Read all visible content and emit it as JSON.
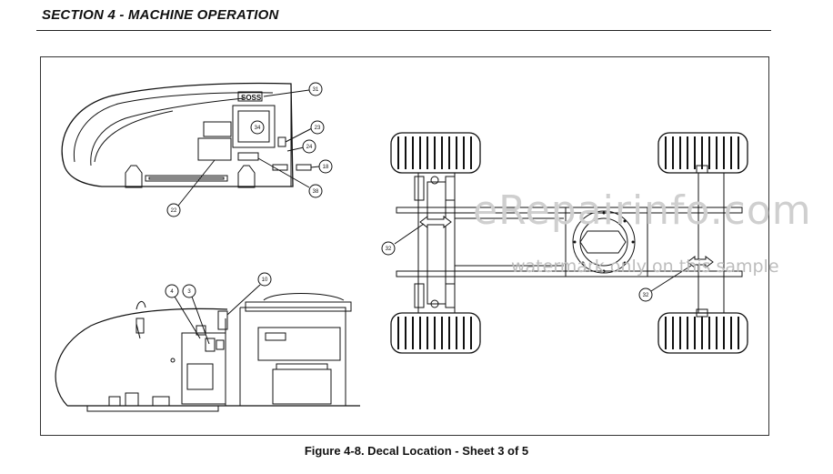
{
  "header": {
    "section_title": "SECTION 4 - MACHINE OPERATION"
  },
  "figure": {
    "caption": "Figure 4-8. Decal Location - Sheet 3 of 5"
  },
  "brand_decal": "SOSS",
  "callouts": {
    "c31": "31",
    "c34": "34",
    "c23": "23",
    "c24": "24",
    "c18": "18",
    "c38": "38",
    "c22": "22",
    "c4": "4",
    "c3": "3",
    "c10": "10",
    "c32a": "32",
    "c32b": "32"
  },
  "watermark": {
    "main": "eRepairinfo.com",
    "sub": "watermark only on this sample"
  }
}
